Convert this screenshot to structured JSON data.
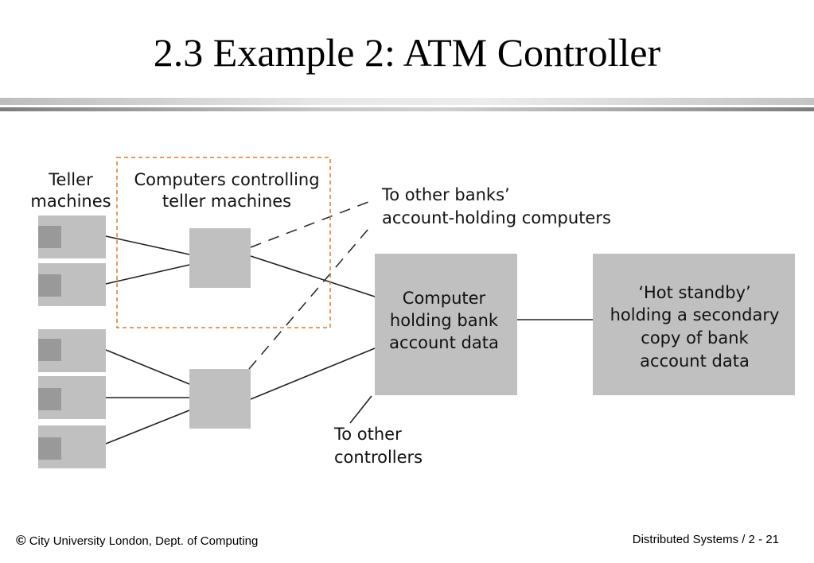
{
  "slide": {
    "title": "2.3 Example 2: ATM Controller",
    "footer_left": "City University London, Dept. of Computing",
    "footer_copyright_symbol": "©",
    "footer_right": "Distributed Systems / 2 - 21"
  },
  "diagram": {
    "labels": {
      "teller_line1": "Teller",
      "teller_line2": "machines",
      "controllers_line1": "Computers controlling",
      "controllers_line2": "teller machines",
      "other_banks_line1": "To other banks’",
      "other_banks_line2": "account-holding computers",
      "bank_computer_line1": "Computer",
      "bank_computer_line2": "holding bank",
      "bank_computer_line3": "account data",
      "hot_standby_line1": "‘Hot standby’",
      "hot_standby_line2": "holding a secondary",
      "hot_standby_line3": "copy of bank",
      "hot_standby_line4": "account data",
      "other_controllers_line1": "To other",
      "other_controllers_line2": "controllers"
    },
    "colors": {
      "box_fill": "#c0c0c0",
      "screen_fill": "#999999",
      "highlight_border": "#e87722",
      "line": "#222222"
    },
    "teller_machine_count": 5,
    "controller_count": 2
  }
}
